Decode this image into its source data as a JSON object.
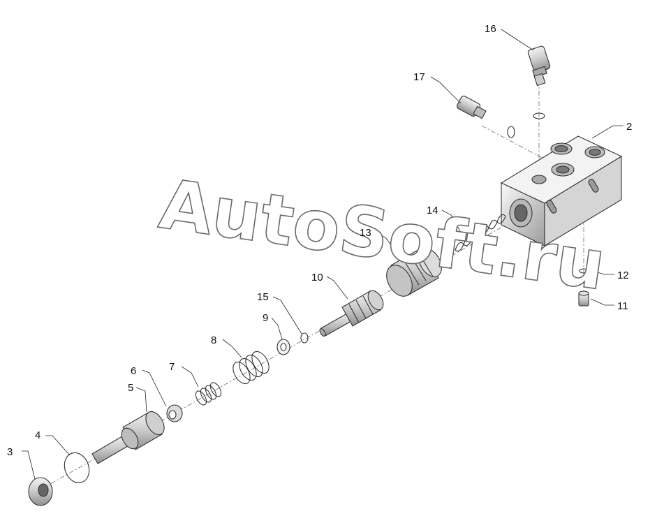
{
  "watermark": "AutoSoft.ru",
  "callouts": [
    {
      "id": "c2",
      "label": "2"
    },
    {
      "id": "c3",
      "label": "3"
    },
    {
      "id": "c4",
      "label": "4"
    },
    {
      "id": "c5",
      "label": "5"
    },
    {
      "id": "c6",
      "label": "6"
    },
    {
      "id": "c7",
      "label": "7"
    },
    {
      "id": "c8",
      "label": "8"
    },
    {
      "id": "c9",
      "label": "9"
    },
    {
      "id": "c10",
      "label": "10"
    },
    {
      "id": "c11",
      "label": "11"
    },
    {
      "id": "c12",
      "label": "12"
    },
    {
      "id": "c13",
      "label": "13"
    },
    {
      "id": "c14",
      "label": "14"
    },
    {
      "id": "c15",
      "label": "15"
    },
    {
      "id": "c16",
      "label": "16"
    },
    {
      "id": "c17",
      "label": "17"
    }
  ]
}
